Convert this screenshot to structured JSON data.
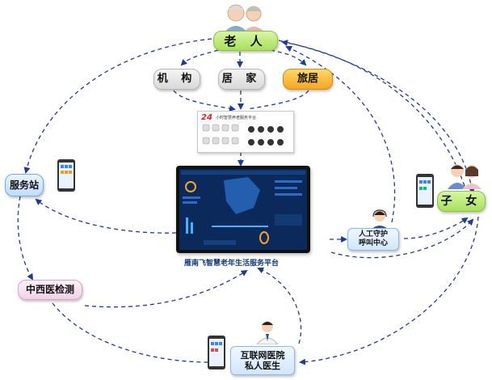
{
  "nodes": {
    "elderly": "老 人",
    "institution": "机 构",
    "home": "居 家",
    "travel": "旅居",
    "service_station": "服务站",
    "children": "子 女",
    "manual_care": "人工守护\n呼叫中心",
    "tcm_testing": "中西医检测",
    "internet_hospital": "互联网医院\n私人医生"
  },
  "platform": {
    "caption": "雁南飞智慧老年生活服务平台",
    "device_title": "24",
    "device_subtitle": "小时智慧养老服务平台"
  },
  "colors": {
    "arrow": "#1f3c8f",
    "screen_bg": "#0b2a5b",
    "accent_orange": "#f5a623",
    "accent_green": "#a9e05a"
  }
}
